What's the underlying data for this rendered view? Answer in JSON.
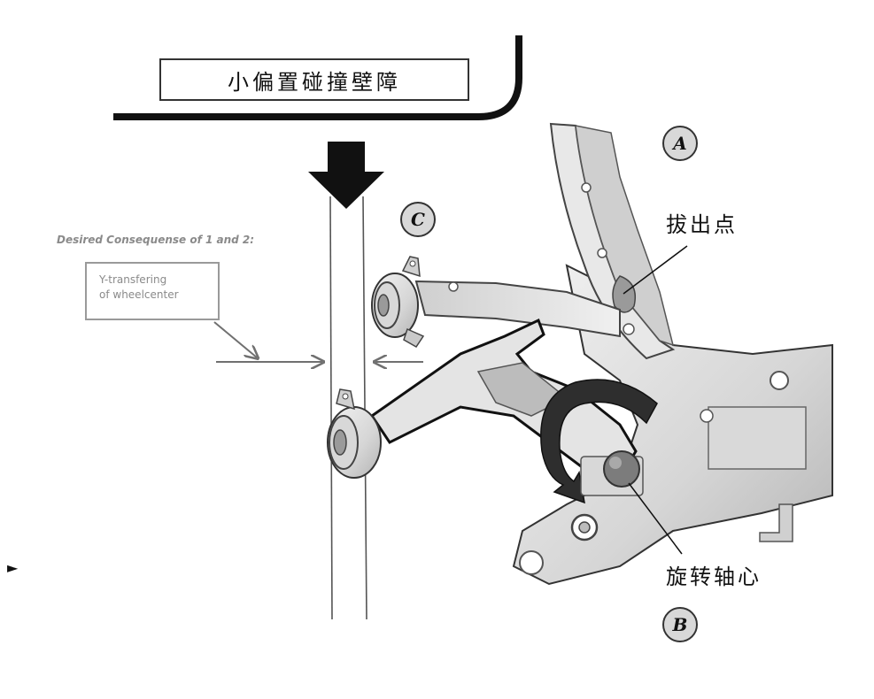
{
  "barrier": {
    "label": "小偏置碰撞壁障"
  },
  "annotations": {
    "desired_caption": "Desired Consequense of 1 and 2:",
    "transfer_line1": "Y-transfering",
    "transfer_line2": "of wheelcenter",
    "pull_out_point": "拔出点",
    "pivot_axis": "旋转轴心"
  },
  "badges": {
    "a": "A",
    "b": "B",
    "c": "C"
  },
  "side_marker": "►",
  "colors": {
    "line": "#111111",
    "part_fill": "#e6e6e6",
    "part_shade": "#c4c4c4",
    "part_dark": "#8f8f8f",
    "caption_gray": "#8a8a8a",
    "badge_fill": "#d8d8d8",
    "arrow_dark": "#2a2a2a",
    "arrow_gray": "#707070"
  }
}
